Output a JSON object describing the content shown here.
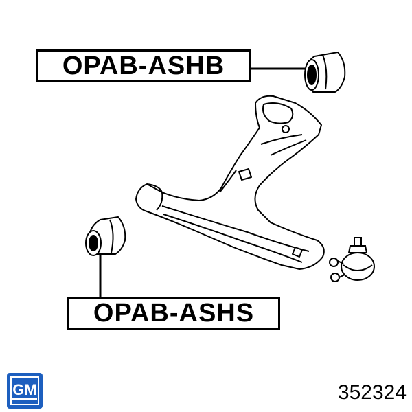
{
  "labels": {
    "top": "OPAB-ASHB",
    "bottom": "OPAB-ASHS"
  },
  "logo": {
    "text": "GM",
    "color": "#1d5fbf"
  },
  "part_number": "352324",
  "icons": [
    "bushing-top-icon",
    "control-arm-icon",
    "bushing-front-icon",
    "ball-joint-icon"
  ]
}
